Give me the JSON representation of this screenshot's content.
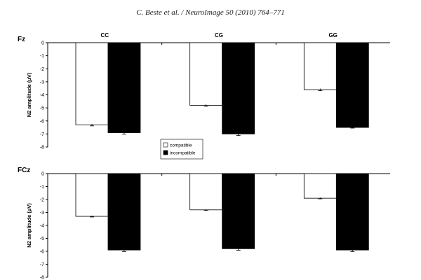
{
  "header": {
    "citation": "C. Beste et al. / NeuroImage 50 (2010) 764–771"
  },
  "legend": {
    "items": [
      {
        "label": "compatible",
        "color": "#ffffff"
      },
      {
        "label": "incompatible",
        "color": "#000000"
      }
    ]
  },
  "chart_data": [
    {
      "type": "bar",
      "panel_label": "Fz",
      "categories": [
        "CC",
        "CG",
        "GG"
      ],
      "ylabel": "N2 amplitude (µV)",
      "ylim": [
        -8,
        0
      ],
      "yticks": [
        0,
        -1,
        -2,
        -3,
        -4,
        -5,
        -6,
        -7,
        -8
      ],
      "series": [
        {
          "name": "compatible",
          "color": "#ffffff",
          "values": [
            -6.3,
            -4.8,
            -3.6
          ],
          "errors": [
            0.08,
            0.08,
            0.08
          ]
        },
        {
          "name": "incompatible",
          "color": "#000000",
          "values": [
            -6.9,
            -7.0,
            -6.5
          ],
          "errors": [
            0.12,
            0.12,
            0.05
          ]
        }
      ]
    },
    {
      "type": "bar",
      "panel_label": "FCz",
      "categories": [
        "",
        "",
        ""
      ],
      "ylabel": "N2 amplitude (µV)",
      "ylim": [
        -8,
        0
      ],
      "yticks": [
        0,
        -1,
        -2,
        -3,
        -4,
        -5,
        -6,
        -7,
        -8
      ],
      "series": [
        {
          "name": "compatible",
          "color": "#ffffff",
          "values": [
            -3.3,
            -2.8,
            -1.9
          ],
          "errors": [
            0.05,
            0.05,
            0.05
          ]
        },
        {
          "name": "incompatible",
          "color": "#000000",
          "values": [
            -5.9,
            -5.8,
            -5.9
          ],
          "errors": [
            0.12,
            0.12,
            0.12
          ]
        }
      ]
    }
  ]
}
